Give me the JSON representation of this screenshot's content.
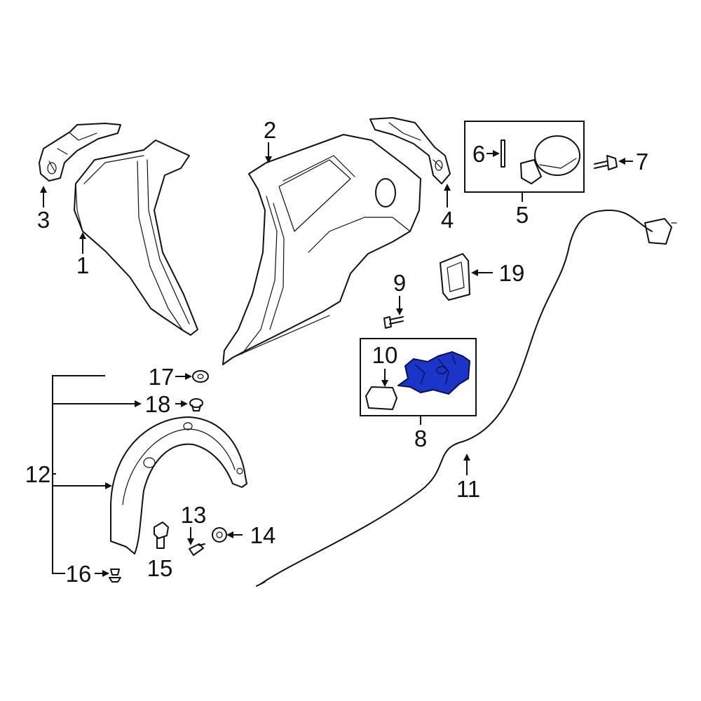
{
  "colors": {
    "line": "#111111",
    "highlight": "#1a35c8",
    "background": "#ffffff"
  },
  "callouts": {
    "p1": "1",
    "p2": "2",
    "p3": "3",
    "p4": "4",
    "p5": "5",
    "p6": "6",
    "p7": "7",
    "p8": "8",
    "p9": "9",
    "p10": "10",
    "p11": "11",
    "p12": "12",
    "p13": "13",
    "p14": "14",
    "p15": "15",
    "p16": "16",
    "p17": "17",
    "p18": "18",
    "p19": "19"
  },
  "highlighted_part": "8"
}
